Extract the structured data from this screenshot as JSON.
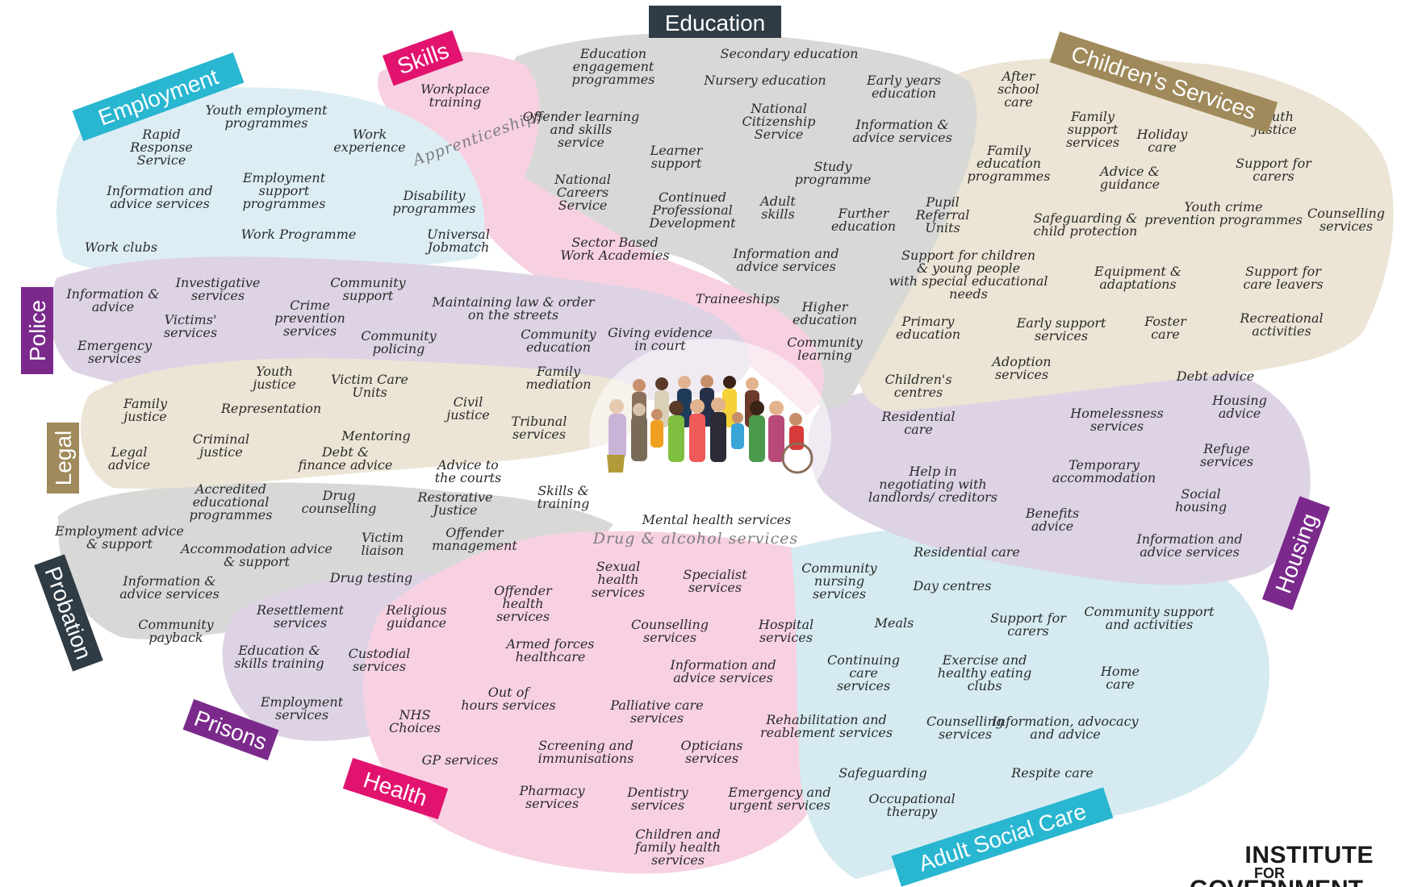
{
  "title": "",
  "colors": {
    "health": "#e2136f",
    "adult_social_care": "#29b6d1",
    "prisons": "#7b2a8c",
    "probation": "#2f3b45",
    "legal": "#a08a5b",
    "police": "#7b2a8c",
    "employment": "#29b6d1",
    "skills": "#e2136f",
    "education": "#2f3b45",
    "childrens_services": "#a08a5b",
    "housing": "#7b2a8c"
  },
  "sectors": [
    {
      "id": "education",
      "label": "Education"
    },
    {
      "id": "skills",
      "label": "Skills"
    },
    {
      "id": "employment",
      "label": "Employment"
    },
    {
      "id": "childrens_services",
      "label": "Children's Services"
    },
    {
      "id": "police",
      "label": "Police"
    },
    {
      "id": "legal",
      "label": "Legal"
    },
    {
      "id": "probation",
      "label": "Probation"
    },
    {
      "id": "prisons",
      "label": "Prisons"
    },
    {
      "id": "health",
      "label": "Health"
    },
    {
      "id": "adult_social_care",
      "label": "Adult Social Care"
    },
    {
      "id": "housing",
      "label": "Housing"
    }
  ],
  "services": {
    "employment": [
      "Youth employment programmes",
      "Rapid Response Service",
      "Work experience",
      "Employment support programmes",
      "Information and advice services",
      "Disability programmes",
      "Work Programme",
      "Universal Jobmatch",
      "Work clubs"
    ],
    "skills": [
      "Workplace training",
      "Apprenticeships"
    ],
    "education": [
      "Education engagement programmes",
      "Secondary education",
      "Nursery education",
      "Early years education",
      "Offender learning and skills service",
      "National Citizenship Service",
      "Information & advice services",
      "Learner support",
      "Study programme",
      "National Careers Service",
      "Continued Professional Development",
      "Adult skills",
      "Further education",
      "Sector Based Work Academies",
      "Information and advice services",
      "Traineeships",
      "Higher education",
      "Community learning"
    ],
    "childrens_services": [
      "After school care",
      "Family support services",
      "Holiday care",
      "Youth justice",
      "Family education programmes",
      "Advice & guidance",
      "Support for carers",
      "Pupil Referral Units",
      "Safeguarding & child protection",
      "Youth crime prevention programmes",
      "Counselling services",
      "Support for children & young people with special educational needs",
      "Equipment & adaptations",
      "Support for care leavers",
      "Primary education",
      "Early support services",
      "Foster care",
      "Recreational activities",
      "Adoption services",
      "Children's centres"
    ],
    "police": [
      "Information & advice",
      "Investigative services",
      "Community support",
      "Crime prevention services",
      "Maintaining law & order on the streets",
      "Victims' services",
      "Community policing",
      "Community education",
      "Emergency services",
      "Giving evidence in court"
    ],
    "legal": [
      "Youth justice",
      "Victim Care Units",
      "Family mediation",
      "Family justice",
      "Representation",
      "Civil justice",
      "Tribunal services",
      "Criminal justice",
      "Legal advice"
    ],
    "probation": [
      "Mentoring",
      "Debt & finance advice",
      "Advice to the courts",
      "Accredited educational programmes",
      "Drug counselling",
      "Restorative Justice",
      "Skills & training",
      "Employment advice & support",
      "Victim liaison",
      "Offender management",
      "Accommodation advice & support",
      "Information & advice services",
      "Drug testing",
      "Community payback"
    ],
    "prisons": [
      "Resettlement services",
      "Religious guidance",
      "Education & skills training",
      "Custodial services",
      "Employment services"
    ],
    "health": [
      "Mental health services",
      "Drug & alcohol services",
      "Sexual health services",
      "Specialist services",
      "Offender health services",
      "Counselling services",
      "Hospital services",
      "Armed forces healthcare",
      "Information and advice services",
      "Out of hours services",
      "Palliative care services",
      "NHS Choices",
      "Screening and immunisations",
      "Opticians services",
      "GP services",
      "Pharmacy services",
      "Dentistry services",
      "Emergency and urgent services",
      "Children and family health services"
    ],
    "adult_social_care": [
      "Community nursing services",
      "Day centres",
      "Residential care",
      "Meals",
      "Support for carers",
      "Community support and activities",
      "Continuing care services",
      "Exercise and healthy eating clubs",
      "Home care",
      "Rehabilitation and reablement services",
      "Counselling services",
      "Information, advocacy and advice",
      "Safeguarding",
      "Respite care",
      "Occupational therapy"
    ],
    "housing": [
      "Debt advice",
      "Residential care",
      "Homelessness services",
      "Housing advice",
      "Refuge services",
      "Help in negotiating with landlords/ creditors",
      "Temporary accommodation",
      "Social housing",
      "Benefits advice",
      "Information and advice services"
    ]
  },
  "logo": {
    "line1": "INSTITUTE",
    "line2": "FOR",
    "line3": "GOVERNMENT"
  }
}
